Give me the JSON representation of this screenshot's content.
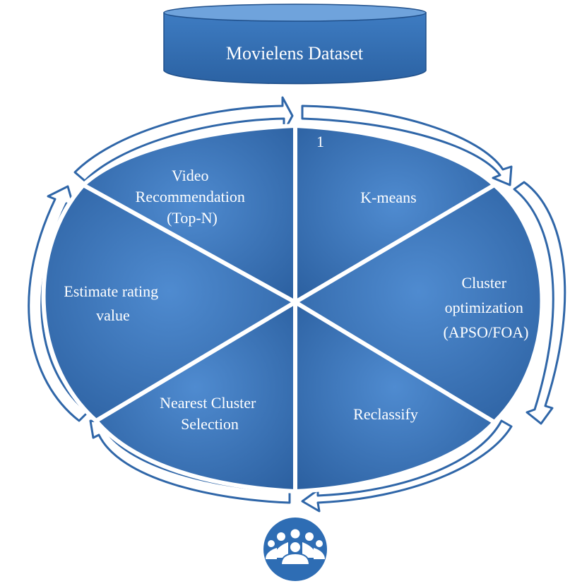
{
  "dataset": {
    "label": "Movielens Dataset"
  },
  "step_number": "1",
  "segments": [
    {
      "id": "kmeans",
      "lines": [
        "K-means"
      ]
    },
    {
      "id": "cluster-optimization",
      "lines": [
        "Cluster",
        "optimization",
        "(APSO/FOA)"
      ]
    },
    {
      "id": "reclassify",
      "lines": [
        "Reclassify"
      ]
    },
    {
      "id": "nearest-cluster",
      "lines": [
        "Nearest Cluster",
        "Selection"
      ]
    },
    {
      "id": "estimate-rating",
      "lines": [
        "Estimate rating",
        "value"
      ]
    },
    {
      "id": "video-recommendation",
      "lines": [
        "Video",
        "Recommendation",
        "(Top-N)"
      ]
    }
  ],
  "colors": {
    "segment_fill": "#2F66A8",
    "segment_light": "#4A86CB",
    "segment_stroke": "#ffffff",
    "arrow_outline": "#2F66A8",
    "users_badge": "#2E6DB4"
  },
  "icons": {
    "users": "users-group-icon"
  }
}
